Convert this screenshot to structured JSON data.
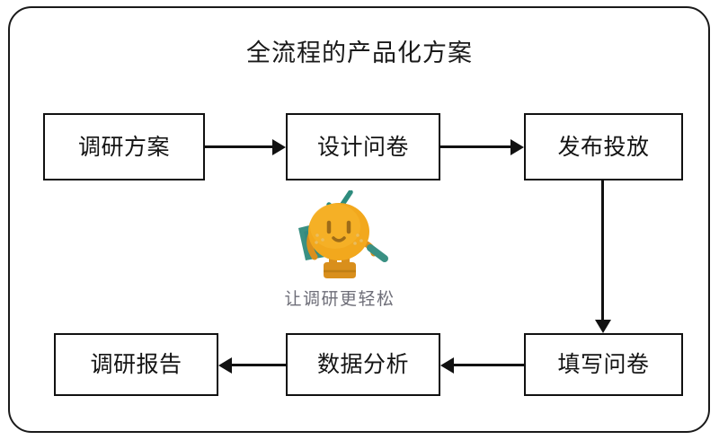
{
  "diagram": {
    "title": "全流程的产品化方案",
    "frame_color": "#1a1a1a",
    "box_border_color": "#111111",
    "text_color": "#141414",
    "nodes": [
      {
        "id": "node-research-plan",
        "label": "调研方案",
        "row": "top",
        "order": 1
      },
      {
        "id": "node-design-survey",
        "label": "设计问卷",
        "row": "top",
        "order": 2
      },
      {
        "id": "node-publish-deploy",
        "label": "发布投放",
        "row": "top",
        "order": 3
      },
      {
        "id": "node-fill-survey",
        "label": "填写问卷",
        "row": "bottom",
        "order": 4
      },
      {
        "id": "node-data-analysis",
        "label": "数据分析",
        "row": "bottom",
        "order": 5
      },
      {
        "id": "node-research-report",
        "label": "调研报告",
        "row": "bottom",
        "order": 6
      }
    ],
    "edges": [
      {
        "id": "edge-1",
        "from": "调研方案",
        "to": "设计问卷",
        "direction": "right"
      },
      {
        "id": "edge-2",
        "from": "设计问卷",
        "to": "发布投放",
        "direction": "right"
      },
      {
        "id": "edge-3",
        "from": "发布投放",
        "to": "填写问卷",
        "direction": "down"
      },
      {
        "id": "edge-4",
        "from": "填写问卷",
        "to": "数据分析",
        "direction": "left"
      },
      {
        "id": "edge-5",
        "from": "数据分析",
        "to": "调研报告",
        "direction": "left"
      }
    ]
  },
  "mascot": {
    "name": "orange-character-mascot",
    "slogan": "让调研更轻松",
    "slogan_color": "#6e6e78",
    "body_color": "#F2A81D",
    "body_highlight": "#F7BC3E",
    "leaf_color": "#2E8C7E",
    "bag_color": "#3A9083",
    "limb_color": "#D98F1C",
    "face_color": "#A8711A"
  }
}
